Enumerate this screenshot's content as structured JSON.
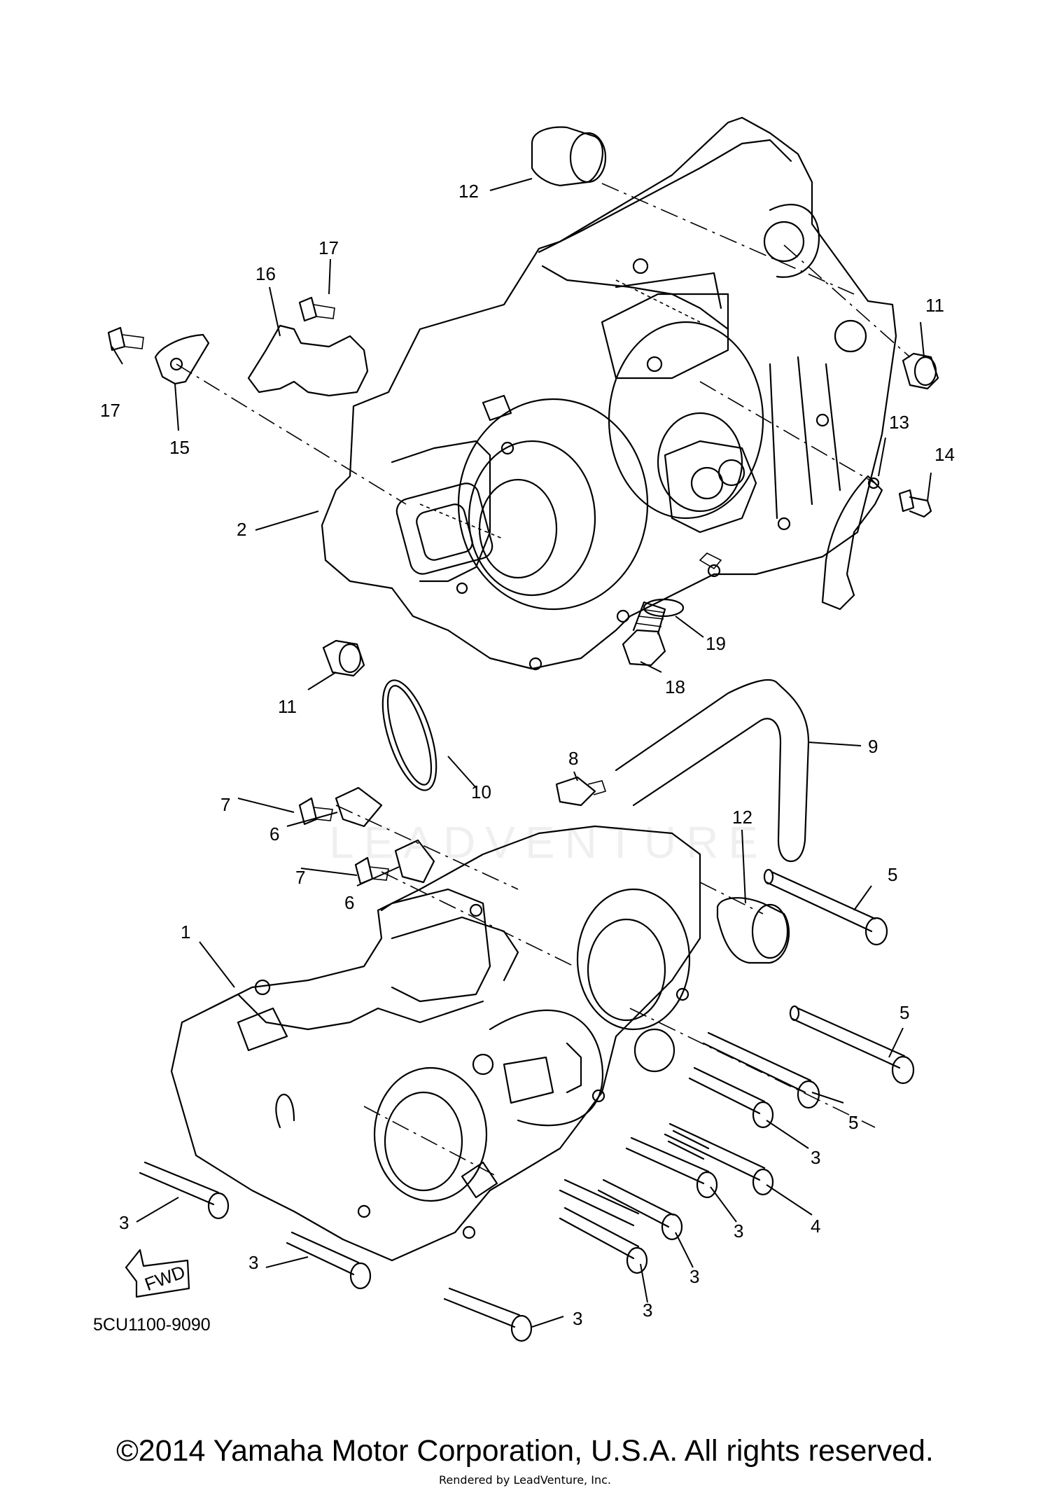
{
  "diagram": {
    "code": "5CU1100-9090",
    "fwd_label": "FWD",
    "watermark": "LEADVENTURE",
    "callouts": [
      {
        "id": "c12a",
        "label": "12"
      },
      {
        "id": "c17a",
        "label": "17"
      },
      {
        "id": "c16",
        "label": "16"
      },
      {
        "id": "c17b",
        "label": "17"
      },
      {
        "id": "c15",
        "label": "15"
      },
      {
        "id": "c11a",
        "label": "11"
      },
      {
        "id": "c13",
        "label": "13"
      },
      {
        "id": "c14",
        "label": "14"
      },
      {
        "id": "c2",
        "label": "2"
      },
      {
        "id": "c19",
        "label": "19"
      },
      {
        "id": "c18",
        "label": "18"
      },
      {
        "id": "c11b",
        "label": "11"
      },
      {
        "id": "c10",
        "label": "10"
      },
      {
        "id": "c8",
        "label": "8"
      },
      {
        "id": "c9",
        "label": "9"
      },
      {
        "id": "c7a",
        "label": "7"
      },
      {
        "id": "c6a",
        "label": "6"
      },
      {
        "id": "c7b",
        "label": "7"
      },
      {
        "id": "c6b",
        "label": "6"
      },
      {
        "id": "c12b",
        "label": "12"
      },
      {
        "id": "c5a",
        "label": "5"
      },
      {
        "id": "c1",
        "label": "1"
      },
      {
        "id": "c5b",
        "label": "5"
      },
      {
        "id": "c5c",
        "label": "5"
      },
      {
        "id": "c3a",
        "label": "3"
      },
      {
        "id": "c3b",
        "label": "3"
      },
      {
        "id": "c4",
        "label": "4"
      },
      {
        "id": "c3c",
        "label": "3"
      },
      {
        "id": "c3d",
        "label": "3"
      },
      {
        "id": "c3e",
        "label": "3"
      },
      {
        "id": "c3f",
        "label": "3"
      },
      {
        "id": "c3g",
        "label": "3"
      },
      {
        "id": "c3h",
        "label": "3"
      }
    ]
  },
  "footer": {
    "copyright": "©2014 Yamaha Motor Corporation, U.S.A. All rights reserved.",
    "rendered_by": "Rendered by LeadVenture, Inc."
  }
}
